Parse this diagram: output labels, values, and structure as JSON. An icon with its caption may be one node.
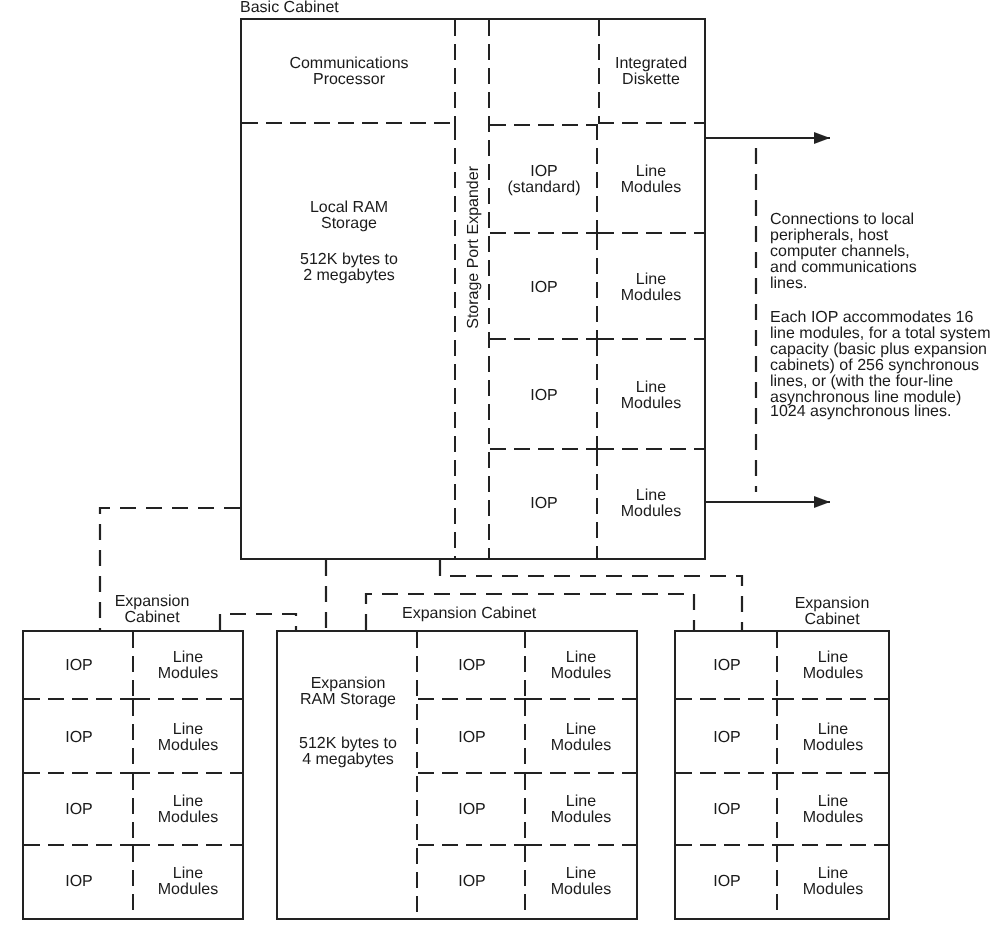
{
  "diagram": {
    "nodes": [
      {
        "text": [
          "Basic Cabinet"
        ]
      },
      {
        "text": [
          "Communications Processor"
        ],
        "in": 0
      },
      {
        "text": [
          "Integrated Diskette"
        ],
        "in": 0
      },
      {
        "text": [
          "Local RAM Storage",
          "512K bytes to 2 megabytes"
        ],
        "in": 0
      },
      {
        "text": [
          "Storage Port Expander"
        ],
        "in": 0
      },
      {
        "text": [
          "IOP (standard)"
        ],
        "in": 0
      },
      {
        "text": [
          "Line Modules"
        ],
        "in": 0
      },
      {
        "text": [
          "IOP"
        ],
        "in": 0
      },
      {
        "text": [
          "Line Modules"
        ],
        "in": 0
      },
      {
        "text": [
          "IOP"
        ],
        "in": 0
      },
      {
        "text": [
          "Line Modules"
        ],
        "in": 0
      },
      {
        "text": [
          "IOP"
        ],
        "in": 0
      },
      {
        "text": [
          "Line Modules"
        ],
        "in": 0
      },
      {
        "text": [
          "Expansion Cabinet"
        ]
      },
      {
        "text": [
          "IOP"
        ],
        "in": 13
      },
      {
        "text": [
          "Line Modules"
        ],
        "in": 13
      },
      {
        "text": [
          "IOP"
        ],
        "in": 13
      },
      {
        "text": [
          "Line Modules"
        ],
        "in": 13
      },
      {
        "text": [
          "IOP"
        ],
        "in": 13
      },
      {
        "text": [
          "Line Modules"
        ],
        "in": 13
      },
      {
        "text": [
          "IOP"
        ],
        "in": 13
      },
      {
        "text": [
          "Line Modules"
        ],
        "in": 13
      },
      {
        "text": [
          "Expansion Cabinet"
        ]
      },
      {
        "text": [
          "Expansion RAM Storage",
          "512K bytes to 4 megabytes"
        ],
        "in": 22
      },
      {
        "text": [
          "IOP"
        ],
        "in": 22
      },
      {
        "text": [
          "Line Modules"
        ],
        "in": 22
      },
      {
        "text": [
          "IOP"
        ],
        "in": 22
      },
      {
        "text": [
          "Line Modules"
        ],
        "in": 22
      },
      {
        "text": [
          "IOP"
        ],
        "in": 22
      },
      {
        "text": [
          "Line Modules"
        ],
        "in": 22
      },
      {
        "text": [
          "IOP"
        ],
        "in": 22
      },
      {
        "text": [
          "Line Modules"
        ],
        "in": 22
      },
      {
        "text": [
          "Expansion Cabinet"
        ]
      },
      {
        "text": [
          "IOP"
        ],
        "in": 32
      },
      {
        "text": [
          "Line Modules"
        ],
        "in": 32
      },
      {
        "text": [
          "IOP"
        ],
        "in": 32
      },
      {
        "text": [
          "Line Modules"
        ],
        "in": 32
      },
      {
        "text": [
          "IOP"
        ],
        "in": 32
      },
      {
        "text": [
          "Line Modules"
        ],
        "in": 32
      },
      {
        "text": [
          "IOP"
        ],
        "in": 32
      },
      {
        "text": [
          "Line Modules"
        ],
        "in": 32
      }
    ],
    "edges": [
      {
        "from": 6,
        "to": null,
        "arrow": "to"
      },
      {
        "from": 12,
        "to": null,
        "arrow": "to"
      },
      {
        "from": 0,
        "to": 13,
        "arrow": "none",
        "style": "dashed"
      },
      {
        "from": 0,
        "to": 22,
        "arrow": "none",
        "style": "dashed"
      },
      {
        "from": 13,
        "to": 22,
        "arrow": "none",
        "style": "dashed"
      },
      {
        "from": 0,
        "to": 32,
        "arrow": "none",
        "style": "dashed"
      },
      {
        "from": 22,
        "to": 32,
        "arrow": "none",
        "style": "dashed"
      }
    ],
    "labels": [
      "Connections to local peripherals, host computer channels, and communications lines.",
      "Each IOP accommodates 16 line modules, for a total system capacity (basic plus expansion cabinets) of 256 synchronous lines, or (with the four-line asynchronous line module) 1024 asynchronous lines."
    ]
  }
}
